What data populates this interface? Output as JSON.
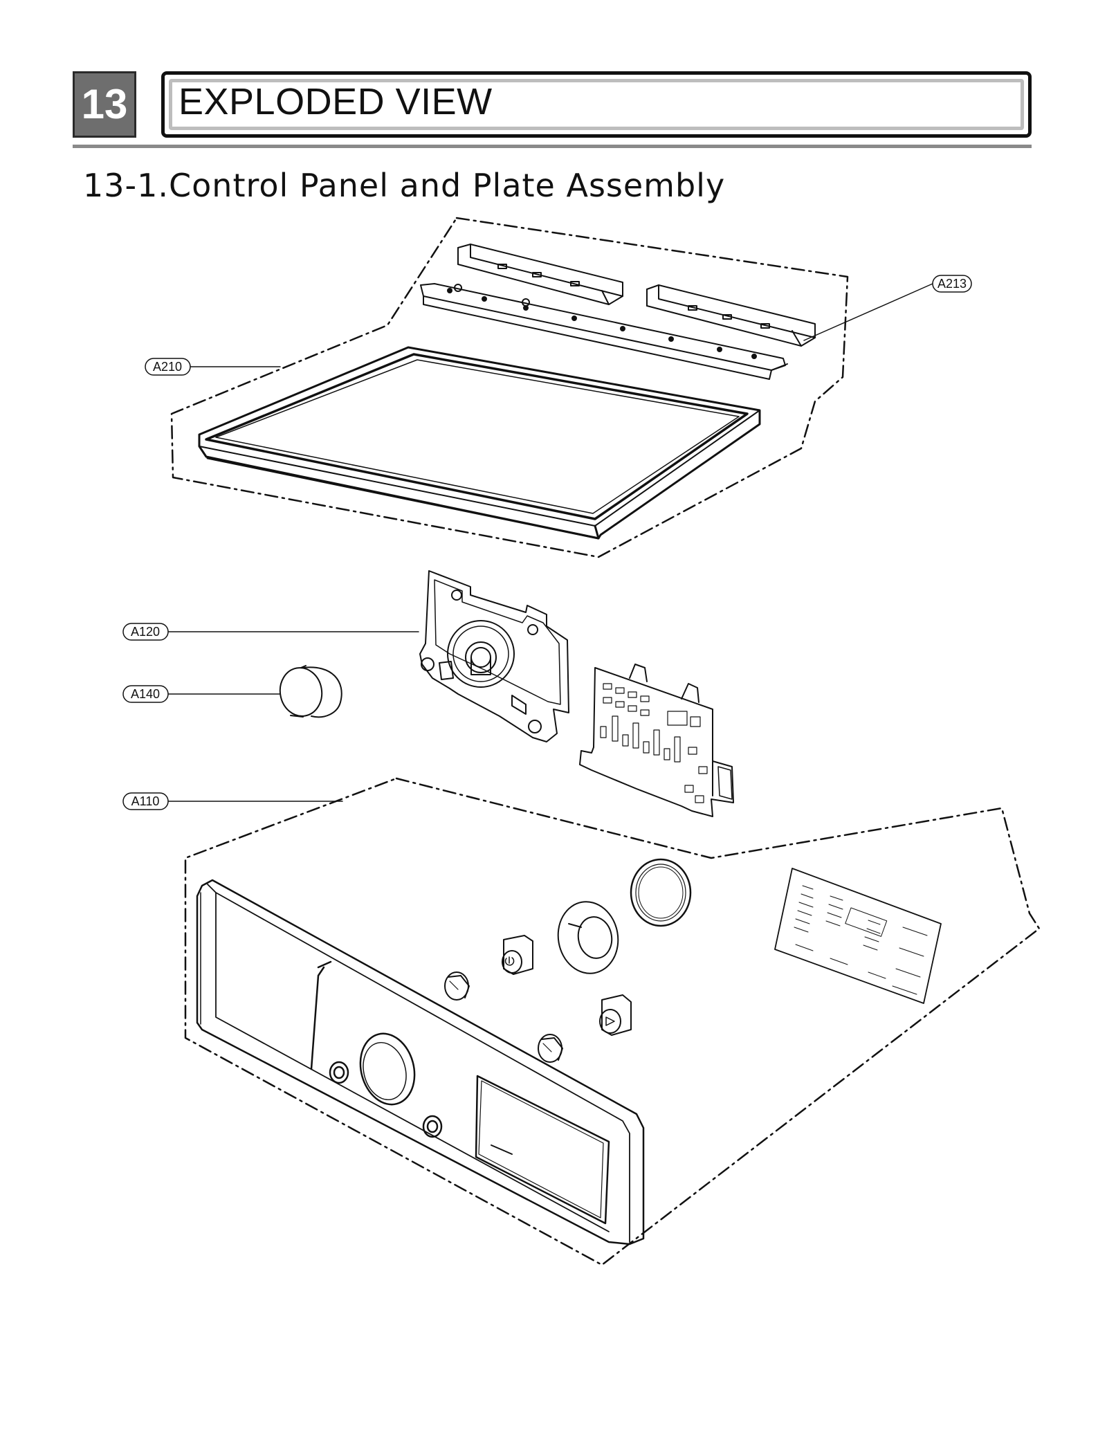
{
  "header": {
    "section_number": "13",
    "title": "EXPLODED VIEW"
  },
  "subtitle": "13-1.Control Panel and Plate Assembly",
  "callouts": {
    "a213": "A213",
    "a210": "A210",
    "a120": "A120",
    "a140": "A140",
    "a110": "A110"
  },
  "colors": {
    "line": "#111111",
    "section_badge": "#6e6e6e",
    "title_inner_border": "#bdbdbd"
  }
}
